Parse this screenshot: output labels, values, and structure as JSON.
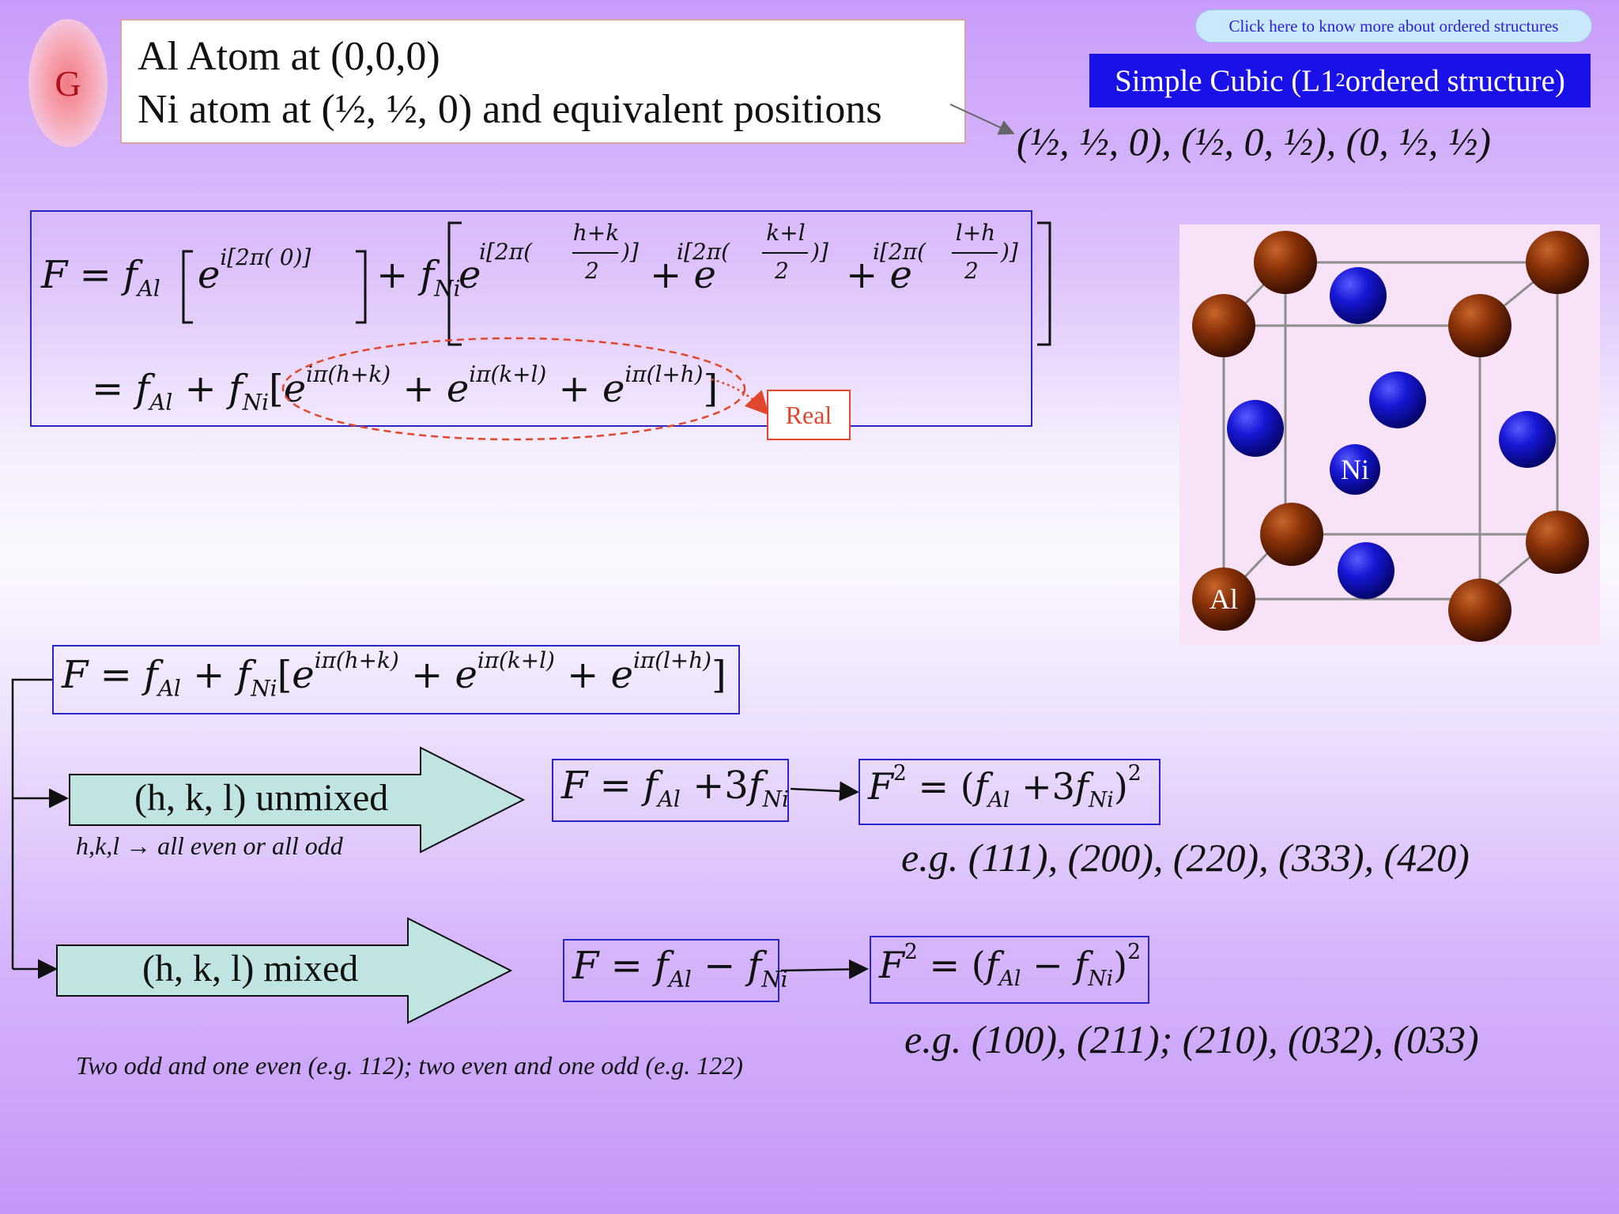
{
  "badge": {
    "letter": "G"
  },
  "info": {
    "line1": "Al Atom at (0,0,0)",
    "line2": "Ni atom at (½, ½, 0) and equivalent positions"
  },
  "link": {
    "label": "Click here to know more about ordered structures"
  },
  "structure": {
    "title_main": "Simple Cubic (L1",
    "title_sub": "2",
    "title_end": " ordered structure)"
  },
  "positions": "(½, ½, 0), (½, 0, ½), (0, ½, ½)",
  "derivation": {
    "lhs": "F",
    "f_al": "f",
    "sub_al": "Al",
    "sub_ni": "Ni",
    "exp_zero": "i[2π( 0)]",
    "exp_hk_pre": "i[2π(",
    "frac1_num": "h+k",
    "frac2_num": "k+l",
    "frac3_num": "l+h",
    "frac_den": "2",
    "exp_post": ")]",
    "e": "e",
    "line2_exp1": "iπ(h+k)",
    "line2_exp2": "iπ(k+l)",
    "line2_exp3": "iπ(l+h)",
    "real_label": "Real"
  },
  "lattice": {
    "ni_label": "Ni",
    "al_label": "Al",
    "colors": {
      "al": "#7a2a06",
      "ni": "#1616d8"
    }
  },
  "general": {
    "exp1": "iπ(h+k)",
    "exp2": "iπ(k+l)",
    "exp3": "iπ(l+h)"
  },
  "unmixed": {
    "label": "(h, k, l) unmixed",
    "note": "h,k,l → all even or all odd",
    "F_coef": "3",
    "examples": "e.g. (111), (200), (220), (333), (420)"
  },
  "mixed": {
    "label": "(h, k, l) mixed",
    "note": "Two odd and one even (e.g. 112); two even and one odd (e.g. 122)",
    "examples": "e.g. (100), (211); (210), (032), (033)"
  },
  "sq_exp": "2"
}
